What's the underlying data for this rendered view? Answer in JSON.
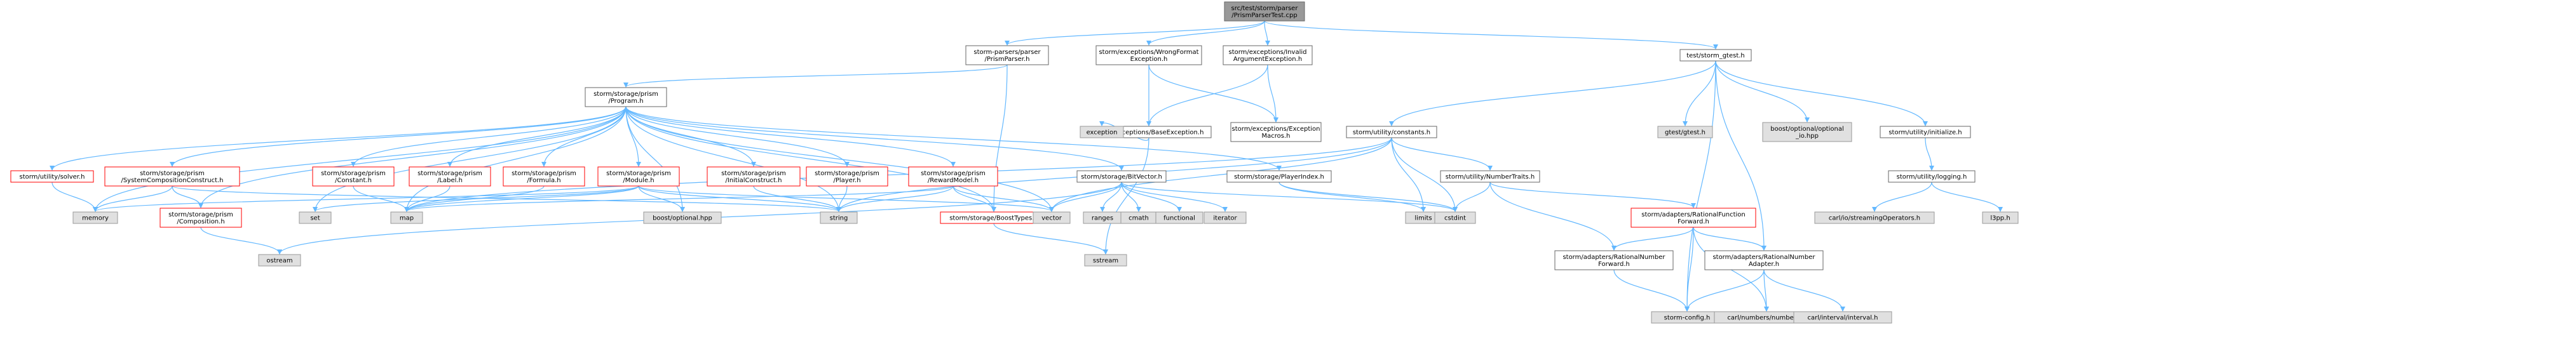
{
  "diagram": {
    "title": "",
    "colors": {
      "edge": "#63b8ff",
      "root_fill": "#999999",
      "normal_fill": "#ffffff",
      "normal_stroke": "#666666",
      "missing_stroke": "#ff0000",
      "system_fill": "#e0e0e0",
      "system_stroke": "#999999"
    },
    "nodes": [
      {
        "id": "root",
        "kind": "root",
        "lines": [
          "src/test/storm/parser",
          "/PrismParserTest.cpp"
        ]
      },
      {
        "id": "prismparser",
        "kind": "normal",
        "lines": [
          "storm-parsers/parser",
          "/PrismParser.h"
        ]
      },
      {
        "id": "wrongformat",
        "kind": "normal",
        "lines": [
          "storm/exceptions/WrongFormat",
          "Exception.h"
        ]
      },
      {
        "id": "invalidarg",
        "kind": "normal",
        "lines": [
          "storm/exceptions/Invalid",
          "ArgumentException.h"
        ]
      },
      {
        "id": "stormgtest",
        "kind": "normal",
        "lines": [
          "test/storm_gtest.h"
        ]
      },
      {
        "id": "program",
        "kind": "normal",
        "lines": [
          "storm/storage/prism",
          "/Program.h"
        ]
      },
      {
        "id": "baseexc",
        "kind": "normal",
        "lines": [
          "storm/exceptions/BaseException.h"
        ]
      },
      {
        "id": "excmacros",
        "kind": "normal",
        "lines": [
          "storm/exceptions/Exception",
          "Macros.h"
        ]
      },
      {
        "id": "constants",
        "kind": "normal",
        "lines": [
          "storm/utility/constants.h"
        ]
      },
      {
        "id": "gtest",
        "kind": "system",
        "lines": [
          "gtest/gtest.h"
        ]
      },
      {
        "id": "boostoptio",
        "kind": "system",
        "lines": [
          "boost/optional/optional",
          "_io.hpp"
        ]
      },
      {
        "id": "initialize",
        "kind": "normal",
        "lines": [
          "storm/utility/initialize.h"
        ]
      },
      {
        "id": "solverh",
        "kind": "missing",
        "lines": [
          "storm/utility/solver.h"
        ]
      },
      {
        "id": "syscomp",
        "kind": "missing",
        "lines": [
          "storm/storage/prism",
          "/SystemCompositionConstruct.h"
        ]
      },
      {
        "id": "constanth",
        "kind": "missing",
        "lines": [
          "storm/storage/prism",
          "/Constant.h"
        ]
      },
      {
        "id": "labelh",
        "kind": "missing",
        "lines": [
          "storm/storage/prism",
          "/Label.h"
        ]
      },
      {
        "id": "formulah",
        "kind": "missing",
        "lines": [
          "storm/storage/prism",
          "/Formula.h"
        ]
      },
      {
        "id": "moduleh",
        "kind": "missing",
        "lines": [
          "storm/storage/prism",
          "/Module.h"
        ]
      },
      {
        "id": "initconstr",
        "kind": "missing",
        "lines": [
          "storm/storage/prism",
          "/InitialConstruct.h"
        ]
      },
      {
        "id": "playerh",
        "kind": "missing",
        "lines": [
          "storm/storage/prism",
          "/Player.h"
        ]
      },
      {
        "id": "rewardmodel",
        "kind": "missing",
        "lines": [
          "storm/storage/prism",
          "/RewardModel.h"
        ]
      },
      {
        "id": "bitvector",
        "kind": "normal",
        "lines": [
          "storm/storage/BitVector.h"
        ]
      },
      {
        "id": "playerindex",
        "kind": "normal",
        "lines": [
          "storm/storage/PlayerIndex.h"
        ]
      },
      {
        "id": "numbertraits",
        "kind": "normal",
        "lines": [
          "storm/utility/NumberTraits.h"
        ]
      },
      {
        "id": "logging",
        "kind": "normal",
        "lines": [
          "storm/utility/logging.h"
        ]
      },
      {
        "id": "exception",
        "kind": "system",
        "lines": [
          "exception"
        ]
      },
      {
        "id": "memory",
        "kind": "system",
        "lines": [
          "memory"
        ]
      },
      {
        "id": "composition",
        "kind": "missing",
        "lines": [
          "storm/storage/prism",
          "/Composition.h"
        ]
      },
      {
        "id": "set",
        "kind": "system",
        "lines": [
          "set"
        ]
      },
      {
        "id": "map",
        "kind": "system",
        "lines": [
          "map"
        ]
      },
      {
        "id": "boostoptional",
        "kind": "system",
        "lines": [
          "boost/optional.hpp"
        ]
      },
      {
        "id": "string",
        "kind": "system",
        "lines": [
          "string"
        ]
      },
      {
        "id": "boosttypes",
        "kind": "missing",
        "lines": [
          "storm/storage/BoostTypes.h"
        ]
      },
      {
        "id": "vector",
        "kind": "system",
        "lines": [
          "vector"
        ]
      },
      {
        "id": "ranges",
        "kind": "system",
        "lines": [
          "ranges"
        ]
      },
      {
        "id": "cmath",
        "kind": "system",
        "lines": [
          "cmath"
        ]
      },
      {
        "id": "functional",
        "kind": "system",
        "lines": [
          "functional"
        ]
      },
      {
        "id": "iterator",
        "kind": "system",
        "lines": [
          "iterator"
        ]
      },
      {
        "id": "limits",
        "kind": "system",
        "lines": [
          "limits"
        ]
      },
      {
        "id": "cstdint",
        "kind": "system",
        "lines": [
          "cstdint"
        ]
      },
      {
        "id": "ratfuncfwd",
        "kind": "missing",
        "lines": [
          "storm/adapters/RationalFunction",
          "Forward.h"
        ]
      },
      {
        "id": "carlstreaming",
        "kind": "system",
        "lines": [
          "carl/io/streamingOperators.h"
        ]
      },
      {
        "id": "l3pp",
        "kind": "system",
        "lines": [
          "l3pp.h"
        ]
      },
      {
        "id": "ostream",
        "kind": "system",
        "lines": [
          "ostream"
        ]
      },
      {
        "id": "sstream",
        "kind": "system",
        "lines": [
          "sstream"
        ]
      },
      {
        "id": "ratnumfwd",
        "kind": "normal",
        "lines": [
          "storm/adapters/RationalNumber",
          "Forward.h"
        ]
      },
      {
        "id": "ratnumadapter",
        "kind": "normal",
        "lines": [
          "storm/adapters/RationalNumber",
          "Adapter.h"
        ]
      },
      {
        "id": "stormconfig",
        "kind": "system",
        "lines": [
          "storm-config.h"
        ]
      },
      {
        "id": "carlnumbers",
        "kind": "system",
        "lines": [
          "carl/numbers/numbers.h"
        ]
      },
      {
        "id": "carlinterval",
        "kind": "system",
        "lines": [
          "carl/interval/interval.h"
        ]
      }
    ],
    "edges": [
      [
        "root",
        "prismparser"
      ],
      [
        "root",
        "wrongformat"
      ],
      [
        "root",
        "invalidarg"
      ],
      [
        "root",
        "stormgtest"
      ],
      [
        "prismparser",
        "program"
      ],
      [
        "prismparser",
        "boosttypes"
      ],
      [
        "wrongformat",
        "baseexc"
      ],
      [
        "wrongformat",
        "excmacros"
      ],
      [
        "invalidarg",
        "baseexc"
      ],
      [
        "invalidarg",
        "excmacros"
      ],
      [
        "baseexc",
        "exception"
      ],
      [
        "baseexc",
        "sstream"
      ],
      [
        "stormgtest",
        "constants"
      ],
      [
        "stormgtest",
        "gtest"
      ],
      [
        "stormgtest",
        "boostoptio"
      ],
      [
        "stormgtest",
        "initialize"
      ],
      [
        "stormgtest",
        "ratnumadapter"
      ],
      [
        "stormgtest",
        "stormconfig"
      ],
      [
        "program",
        "solverh"
      ],
      [
        "program",
        "syscomp"
      ],
      [
        "program",
        "constanth"
      ],
      [
        "program",
        "labelh"
      ],
      [
        "program",
        "formulah"
      ],
      [
        "program",
        "moduleh"
      ],
      [
        "program",
        "initconstr"
      ],
      [
        "program",
        "playerh"
      ],
      [
        "program",
        "rewardmodel"
      ],
      [
        "program",
        "bitvector"
      ],
      [
        "program",
        "playerindex"
      ],
      [
        "program",
        "memory"
      ],
      [
        "program",
        "composition"
      ],
      [
        "program",
        "set"
      ],
      [
        "program",
        "map"
      ],
      [
        "program",
        "boostoptional"
      ],
      [
        "program",
        "string"
      ],
      [
        "program",
        "boosttypes"
      ],
      [
        "program",
        "vector"
      ],
      [
        "solverh",
        "memory"
      ],
      [
        "syscomp",
        "memory"
      ],
      [
        "syscomp",
        "composition"
      ],
      [
        "syscomp",
        "string"
      ],
      [
        "constanth",
        "map"
      ],
      [
        "labelh",
        "map"
      ],
      [
        "formulah",
        "map"
      ],
      [
        "moduleh",
        "memory"
      ],
      [
        "moduleh",
        "set"
      ],
      [
        "moduleh",
        "map"
      ],
      [
        "moduleh",
        "boostoptional"
      ],
      [
        "moduleh",
        "string"
      ],
      [
        "moduleh",
        "vector"
      ],
      [
        "initconstr",
        "string"
      ],
      [
        "playerh",
        "string"
      ],
      [
        "rewardmodel",
        "map"
      ],
      [
        "rewardmodel",
        "string"
      ],
      [
        "rewardmodel",
        "boosttypes"
      ],
      [
        "rewardmodel",
        "vector"
      ],
      [
        "composition",
        "ostream"
      ],
      [
        "constants",
        "map"
      ],
      [
        "constants",
        "string"
      ],
      [
        "constants",
        "vector"
      ],
      [
        "constants",
        "limits"
      ],
      [
        "constants",
        "cstdint"
      ],
      [
        "constants",
        "numbertraits"
      ],
      [
        "bitvector",
        "ranges"
      ],
      [
        "bitvector",
        "cmath"
      ],
      [
        "bitvector",
        "functional"
      ],
      [
        "bitvector",
        "iterator"
      ],
      [
        "bitvector",
        "cstdint"
      ],
      [
        "bitvector",
        "ostream"
      ],
      [
        "bitvector",
        "vector"
      ],
      [
        "playerindex",
        "limits"
      ],
      [
        "playerindex",
        "cstdint"
      ],
      [
        "numbertraits",
        "cstdint"
      ],
      [
        "numbertraits",
        "ratfuncfwd"
      ],
      [
        "numbertraits",
        "ratnumfwd"
      ],
      [
        "ratfuncfwd",
        "ratnumfwd"
      ],
      [
        "ratfuncfwd",
        "ratnumadapter"
      ],
      [
        "ratfuncfwd",
        "stormconfig"
      ],
      [
        "ratfuncfwd",
        "carlnumbers"
      ],
      [
        "ratnumfwd",
        "stormconfig"
      ],
      [
        "ratnumadapter",
        "stormconfig"
      ],
      [
        "ratnumadapter",
        "carlnumbers"
      ],
      [
        "ratnumadapter",
        "carlinterval"
      ],
      [
        "initialize",
        "logging"
      ],
      [
        "logging",
        "carlstreaming"
      ],
      [
        "logging",
        "l3pp"
      ],
      [
        "boosttypes",
        "sstream"
      ]
    ]
  }
}
